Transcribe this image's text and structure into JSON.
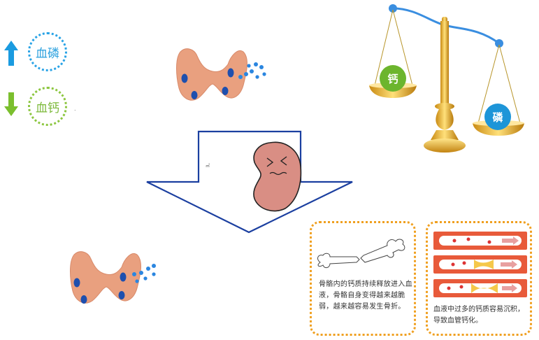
{
  "indicators": {
    "phosphorus": {
      "label": "血磷",
      "trend": "up",
      "color": "#29a3e6",
      "arrow_color": "#1a9be0"
    },
    "calcium": {
      "label": "血钙",
      "trend": "down",
      "color": "#8cc63f",
      "arrow_color": "#7bbf2e"
    },
    "trailing_mark": "."
  },
  "scale": {
    "left_label": "钙",
    "right_label": "磷",
    "left_color": "#6cb52d",
    "right_color": "#1d95d8",
    "beam_color": "#3a8ee0"
  },
  "arrow_label": "㎡",
  "info": {
    "bone_text": "骨骼内的钙质持续释放进入血液，骨骼自身变得越来越脆弱，越来越容易发生骨折。",
    "vessel_text": "血液中过多的钙质容易沉积，导致血管钙化。"
  },
  "colors": {
    "gland": "#e9a07f",
    "gland_spot": "#1e4fae",
    "arrow_stroke": "#1b3fa0",
    "kidney": "#d98e84",
    "box_border": "#f0a020",
    "vessel": "#d94a35"
  }
}
